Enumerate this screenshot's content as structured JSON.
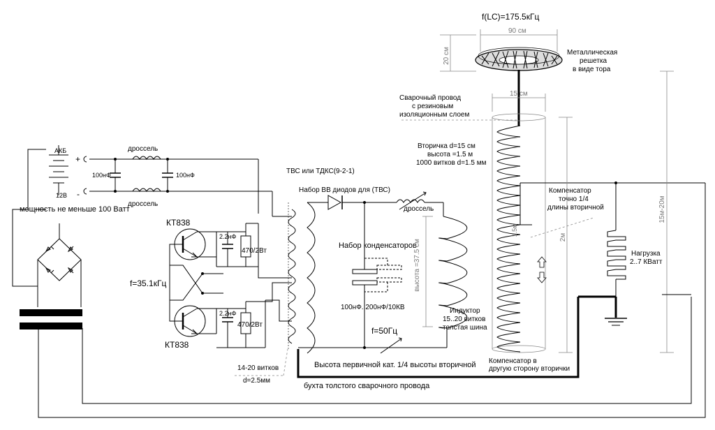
{
  "labels": {
    "freq_lc": "f(LC)=175.5кГц",
    "torus_width": "90 см",
    "torus_height": "20 см",
    "torus_desc_1": "Металлическая",
    "torus_desc_2": "решетка",
    "torus_desc_3": "в виде тора",
    "coil_width": "15 см",
    "weld_wire_1": "Сварочный провод",
    "weld_wire_2": "с резиновым",
    "weld_wire_3": "изоляционным слоем",
    "secondary_1": "Вторичка d=15 см",
    "secondary_2": "высота =1.5 м",
    "secondary_3": "1000 витков d=1.5 мм",
    "compensator_1": "Компенсатор",
    "compensator_2": "точно 1/4",
    "compensator_3": "длины  вторичной",
    "coil_height": "1.5м",
    "height_2m": "2м",
    "height_15m": "15м-20м",
    "load_1": "Нагрузка",
    "load_2": "2..7 КВатт",
    "compensator_other_1": "Компенсатор в",
    "compensator_other_2": "другую сторону вторички",
    "battery": "АКБ",
    "battery_v": "12В",
    "choke_top": "дроссель",
    "choke_bottom": "дроссель",
    "cap_100nf_1": "100нФ",
    "cap_100nf_2": "100нФ",
    "power": "мощность не меньше 100 Ватт",
    "transistor_top": "КТ838",
    "transistor_bottom": "КТ838",
    "cap_22nf_1": "2.2нФ",
    "cap_22nf_2": "2.2нФ",
    "res_1": "470/2Вт",
    "res_2": "470/2Вт",
    "freq_osc": "f=35.1кГц",
    "tvs": "ТВС или ТДКС(9-2-1)",
    "diode_set": "Набор ВВ диодов для (ТВС)",
    "choke_hv": "дроссель",
    "cap_set": "Набор конденсаторов",
    "cap_values": "100нФ..200нФ/10КВ",
    "primary_height": "высота =37.5 см",
    "inductor_1": "Индуктор",
    "inductor_2": "15..20 витков",
    "inductor_3": "толстая шина",
    "freq_50": "f=50Гц",
    "primary_note": "Высота первичной кат. 1/4 высоты вторичной",
    "turns_1": "14-20 витков",
    "turns_2": "d=2.5мм",
    "weld_coil": "бухта толстого сварочного провода",
    "plus": "+",
    "minus": "-"
  }
}
